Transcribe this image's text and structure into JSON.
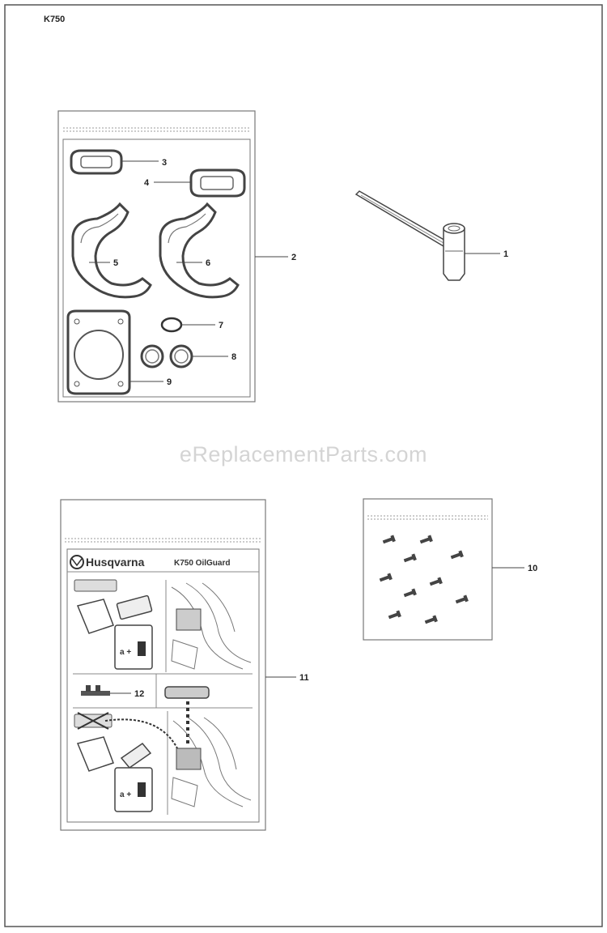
{
  "model_label": "K750",
  "watermark": "eReplacementParts.com",
  "kit_label": {
    "brand": "Husqvarna",
    "product": "K750 OilGuard"
  },
  "callouts": {
    "c1": "1",
    "c2": "2",
    "c3": "3",
    "c4": "4",
    "c5": "5",
    "c6": "6",
    "c7": "7",
    "c8": "8",
    "c9": "9",
    "c10": "10",
    "c11": "11",
    "c12": "12"
  },
  "colors": {
    "line": "#444444",
    "frame": "#555555",
    "watermark": "#d4d4d4"
  }
}
